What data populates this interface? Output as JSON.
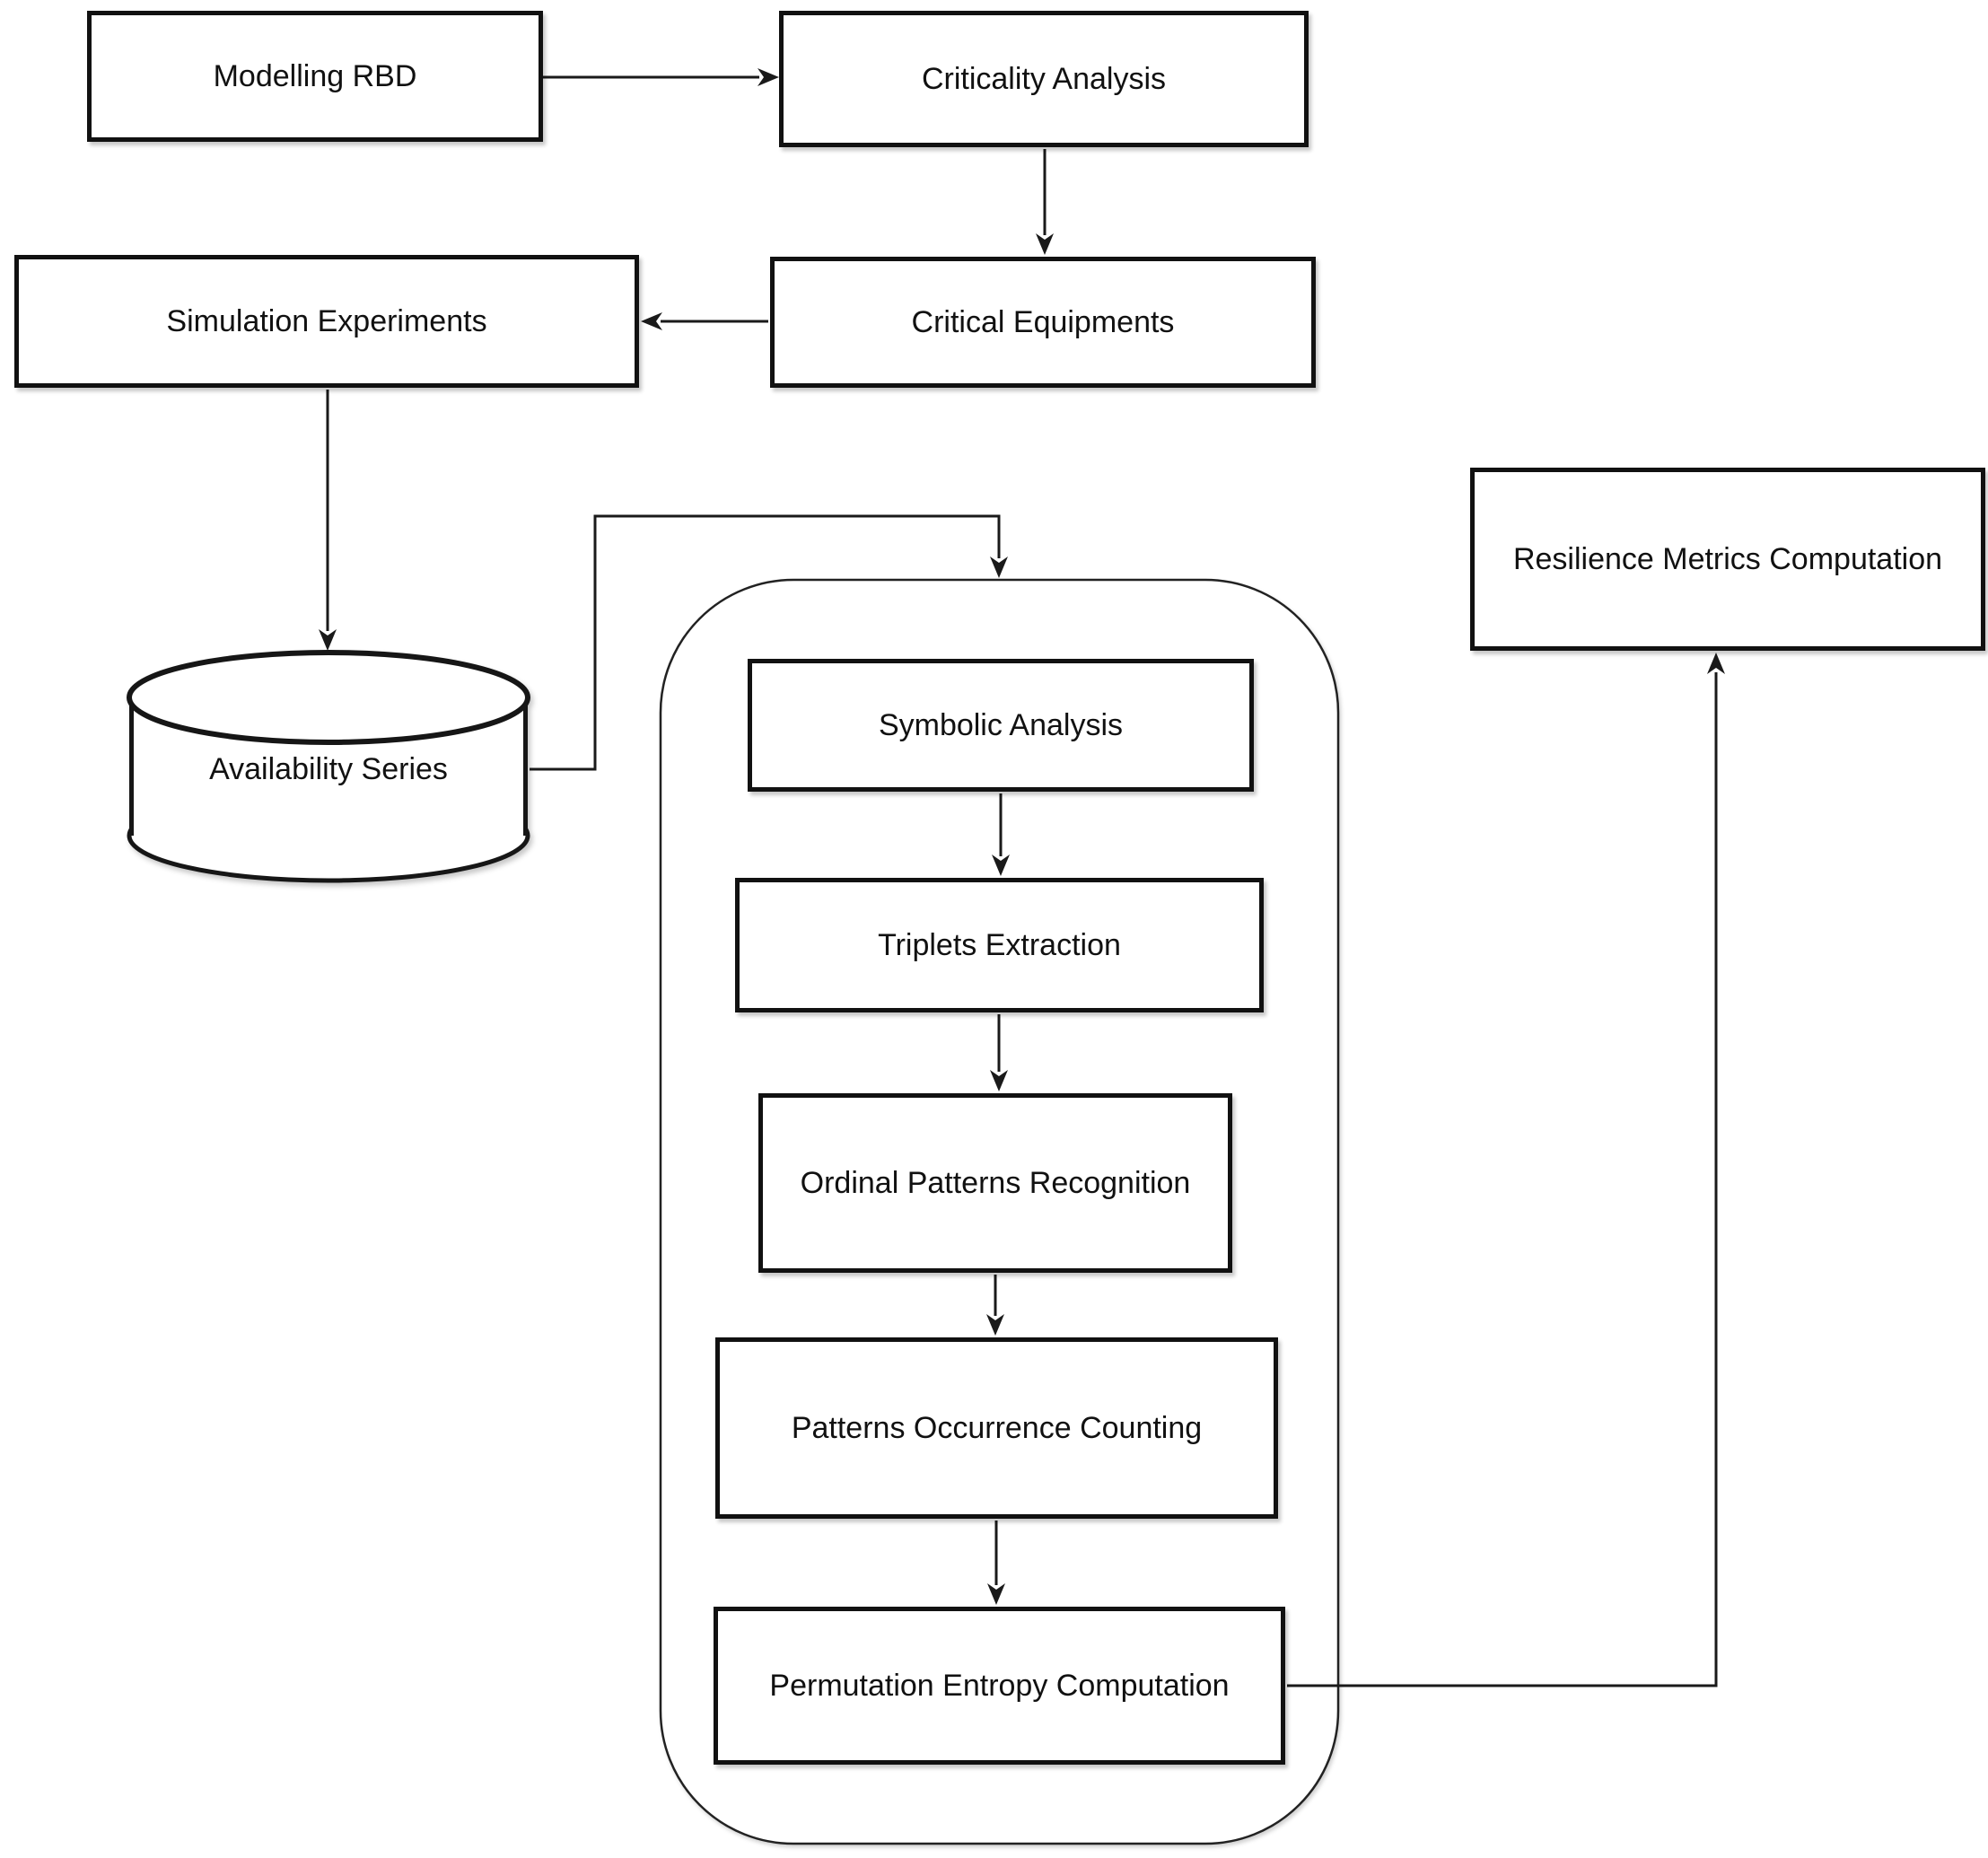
{
  "diagram": {
    "nodes": {
      "modelling_rbd": {
        "label": "Modelling RBD",
        "shape": "rectangle"
      },
      "criticality_analysis": {
        "label": "Criticality Analysis",
        "shape": "rectangle"
      },
      "simulation_experiments": {
        "label": "Simulation Experiments",
        "shape": "rectangle"
      },
      "critical_equipments": {
        "label": "Critical Equipments",
        "shape": "rectangle"
      },
      "availability_series": {
        "label": "Availability Series",
        "shape": "cylinder-datastore"
      },
      "symbolic_analysis": {
        "label": "Symbolic Analysis",
        "shape": "rectangle"
      },
      "triplets_extraction": {
        "label": "Triplets Extraction",
        "shape": "rectangle"
      },
      "ordinal_patterns_recognition": {
        "label": "Ordinal Patterns Recognition",
        "shape": "rectangle"
      },
      "patterns_occurrence_counting": {
        "label": "Patterns Occurrence Counting",
        "shape": "rectangle"
      },
      "permutation_entropy_computation": {
        "label": "Permutation Entropy Computation",
        "shape": "rectangle"
      },
      "resilience_metrics_computation": {
        "label": "Resilience Metrics Computation",
        "shape": "rectangle"
      },
      "pipeline_group": {
        "label": "",
        "shape": "rounded-container"
      }
    },
    "edges": [
      {
        "from": "modelling_rbd",
        "to": "criticality_analysis"
      },
      {
        "from": "criticality_analysis",
        "to": "critical_equipments"
      },
      {
        "from": "critical_equipments",
        "to": "simulation_experiments"
      },
      {
        "from": "simulation_experiments",
        "to": "availability_series"
      },
      {
        "from": "availability_series",
        "to": "pipeline_group"
      },
      {
        "from": "symbolic_analysis",
        "to": "triplets_extraction"
      },
      {
        "from": "triplets_extraction",
        "to": "ordinal_patterns_recognition"
      },
      {
        "from": "ordinal_patterns_recognition",
        "to": "patterns_occurrence_counting"
      },
      {
        "from": "patterns_occurrence_counting",
        "to": "permutation_entropy_computation"
      },
      {
        "from": "permutation_entropy_computation",
        "to": "resilience_metrics_computation"
      }
    ],
    "colors": {
      "stroke": "#1a1a1a",
      "node_fill": "#ffffff",
      "background": "#ffffff"
    }
  }
}
